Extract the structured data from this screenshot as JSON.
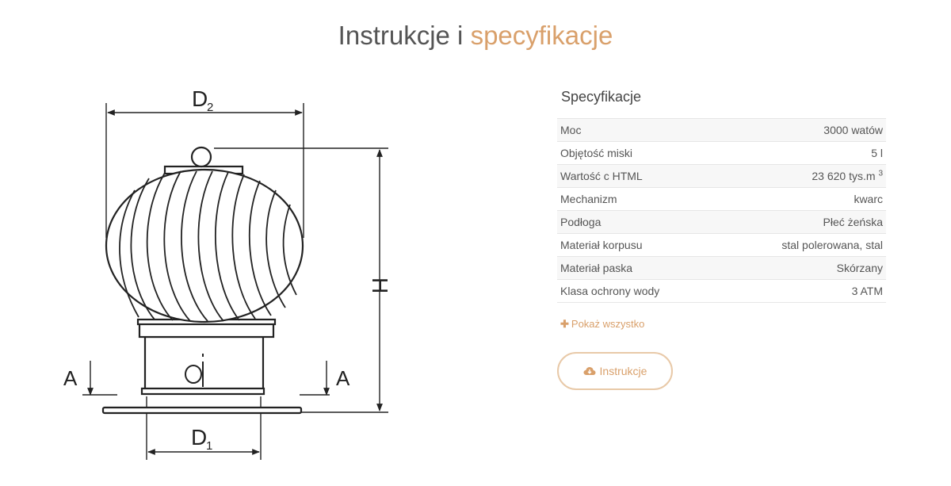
{
  "header": {
    "title_part1": "Instrukcje i",
    "title_part2": "specyfikacje"
  },
  "diagram": {
    "label_d2": "D",
    "label_d2_sub": "2",
    "label_d1": "D",
    "label_d1_sub": "1",
    "label_h": "H",
    "label_a_left": "A",
    "label_a_right": "A"
  },
  "specs": {
    "title": "Specyfikacje",
    "rows": [
      {
        "label": "Moc",
        "value": "3000 watów",
        "sup": ""
      },
      {
        "label": "Objętość miski",
        "value": "5 l",
        "sup": ""
      },
      {
        "label": "Wartość c HTML",
        "value": "23 620 tys.m",
        "sup": "3"
      },
      {
        "label": "Mechanizm",
        "value": "kwarc",
        "sup": ""
      },
      {
        "label": "Podłoga",
        "value": "Płeć żeńska",
        "sup": ""
      },
      {
        "label": "Materiał korpusu",
        "value": "stal polerowana, stal",
        "sup": ""
      },
      {
        "label": "Materiał paska",
        "value": "Skórzany",
        "sup": ""
      },
      {
        "label": "Klasa ochrony wody",
        "value": "3 ATM",
        "sup": ""
      }
    ],
    "show_all_label": "Pokaż wszystko"
  },
  "download_button": {
    "label": "Instrukcje",
    "icon": "cloud-download-icon"
  },
  "colors": {
    "accent": "#d9a06b",
    "button_border": "#e8c9a8",
    "text": "#444444"
  }
}
